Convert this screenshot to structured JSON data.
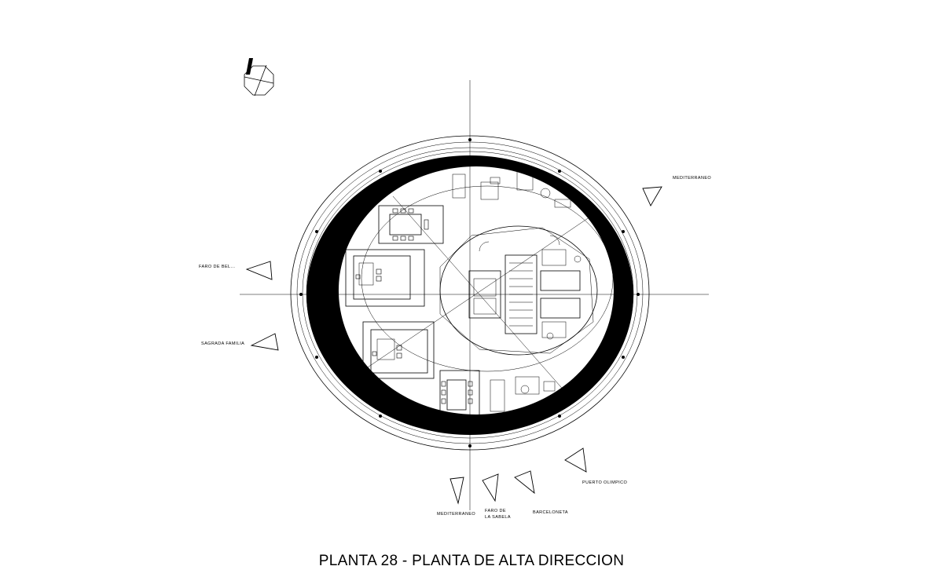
{
  "title": "PLANTA 28 - PLANTA DE ALTA DIRECCION",
  "view_labels": {
    "mediterraneo_right": "MEDITERRANEO",
    "faro_left": "FARO DE BEL...",
    "sagrada_familia": "SAGRADA FAMILIA",
    "puerto_olimpico": "PUERTO OLIMPICO",
    "mediterraneo_bottom": "MEDITERRANEO",
    "faro_bottom_1": "FARO DE",
    "faro_bottom_2": "LA SABELA",
    "barceloneta": "BARCELONETA"
  },
  "colors": {
    "ink": "#000000",
    "paper": "#ffffff"
  }
}
